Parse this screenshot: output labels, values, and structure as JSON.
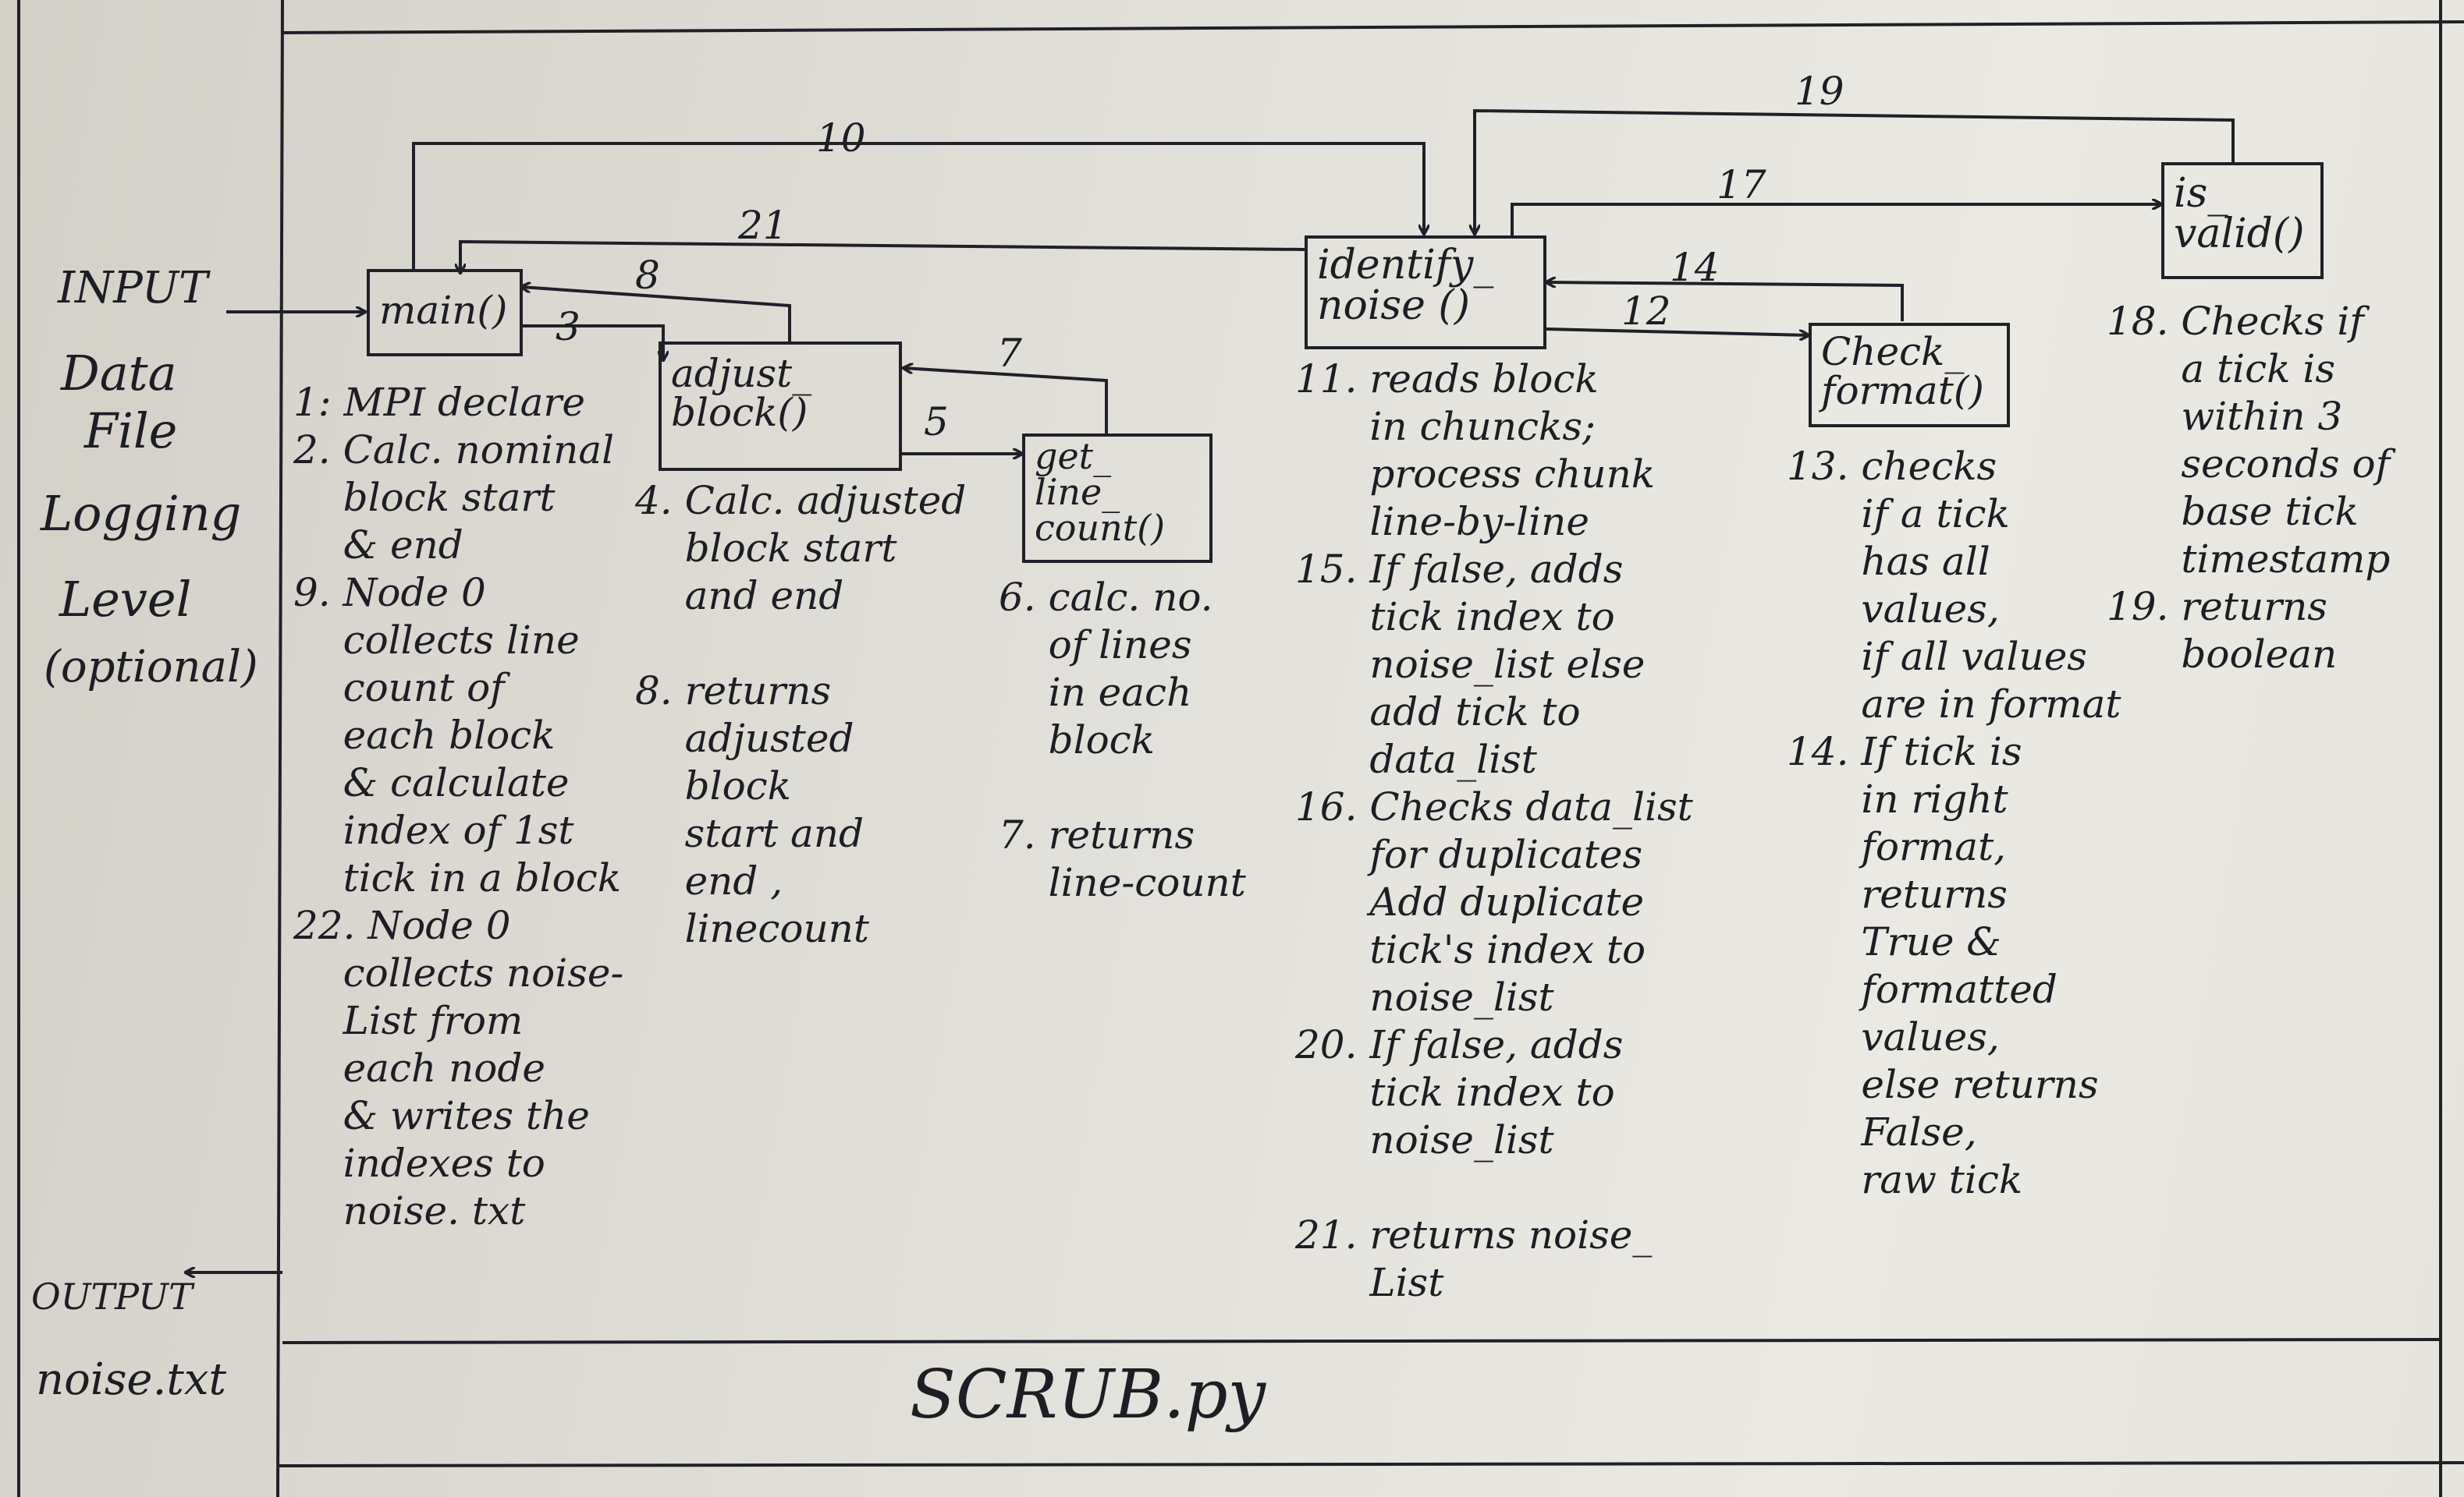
{
  "side": {
    "input_label": "INPUT",
    "input_items": [
      "Data",
      "File",
      "Logging",
      "Level",
      "(optional)"
    ],
    "output_label": "OUTPUT",
    "output_file": "noise.txt"
  },
  "footer": {
    "title": "SCRUB.py"
  },
  "functions": {
    "main": "main()",
    "adjust_block": "adjust_\nblock()",
    "get_line_count": "get_\nline_\ncount()",
    "identify_noise": "identify_\nnoise ()",
    "check_format": "Check_\nformat()",
    "is_valid": "is_\nvalid()"
  },
  "arrows": {
    "a3": "3",
    "a5": "5",
    "a7": "7",
    "a8": "8",
    "a10": "10",
    "a12": "12",
    "a14": "14",
    "a17": "17",
    "a19": "19",
    "a21": "21"
  },
  "notes": {
    "main": "1: MPI declare\n2. Calc. nominal\n    block start\n    & end\n9. Node 0\n    collects line\n    count of\n    each block\n    & calculate\n    index of 1st\n    tick in a block\n22. Node 0\n    collects noise-\n    List from\n    each node\n    & writes the\n    indexes to\n    noise. txt",
    "adjust_block": "4. Calc. adjusted\n    block start\n    and end\n\n8. returns\n    adjusted\n    block\n    start and\n    end ,\n    linecount",
    "get_line_count": "6. calc. no.\n    of lines\n    in each\n    block\n\n7. returns\n    line-count",
    "identify_noise": "11. reads block\n      in chuncks;\n      process chunk\n      line-by-line\n15. If false, adds\n      tick index to\n      noise_list else\n      add tick to\n      data_list\n16. Checks data_list\n      for duplicates\n      Add duplicate\n      tick's index to\n      noise_list\n20. If false, adds\n      tick index to\n      noise_list\n\n21. returns noise_\n      List",
    "check_format": "13. checks\n      if a tick\n      has all\n      values,\n      if all values\n      are in format\n14. If tick is\n      in right\n      format,\n      returns\n      True &\n      formatted\n      values,\n      else returns\n      False,\n      raw tick",
    "is_valid": "18. Checks if\n      a tick is\n      within 3\n      seconds of\n      base tick\n      timestamp\n19. returns\n      boolean"
  }
}
